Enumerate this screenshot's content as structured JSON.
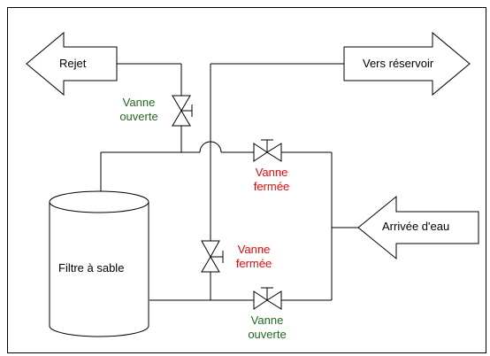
{
  "arrows": {
    "reject": "Rejet",
    "to_tank": "Vers réservoir",
    "water_inlet": "Arrivée d'eau"
  },
  "tank": {
    "label": "Filtre à sable"
  },
  "valves": {
    "top_reject": {
      "line1": "Vanne",
      "line2": "ouverte",
      "state": "open",
      "color": "#1f6b1f"
    },
    "top_right": {
      "line1": "Vanne",
      "line2": "fermée",
      "state": "closed",
      "color": "#ff0000"
    },
    "middle_vertical": {
      "line1": "Vanne",
      "line2": "fermée",
      "state": "closed",
      "color": "#ff0000"
    },
    "bottom": {
      "line1": "Vanne",
      "line2": "ouverte",
      "state": "open",
      "color": "#1f6b1f"
    }
  },
  "colors": {
    "line": "#000000",
    "open": "#1f6b1f",
    "closed": "#ff0000"
  }
}
